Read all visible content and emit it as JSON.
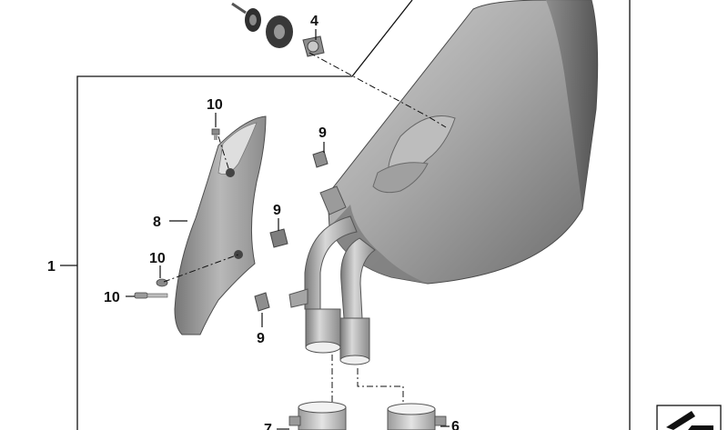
{
  "callouts": {
    "c1": "1",
    "c4": "4",
    "c6": "6",
    "c7": "7",
    "c8": "8",
    "c9_top": "9",
    "c9_mid": "9",
    "c9_bottom": "9",
    "c10_top": "10",
    "c10_mid": "10",
    "c10_bottom": "10"
  },
  "colors": {
    "line": "#111111",
    "silencer_light": "#b4b4b4",
    "silencer_dark": "#5e5e5e",
    "rubber": "#3a3a3a",
    "metal_light": "#dcdcdc"
  },
  "icons": {
    "corner_symbol": "parts-symbol-icon"
  }
}
